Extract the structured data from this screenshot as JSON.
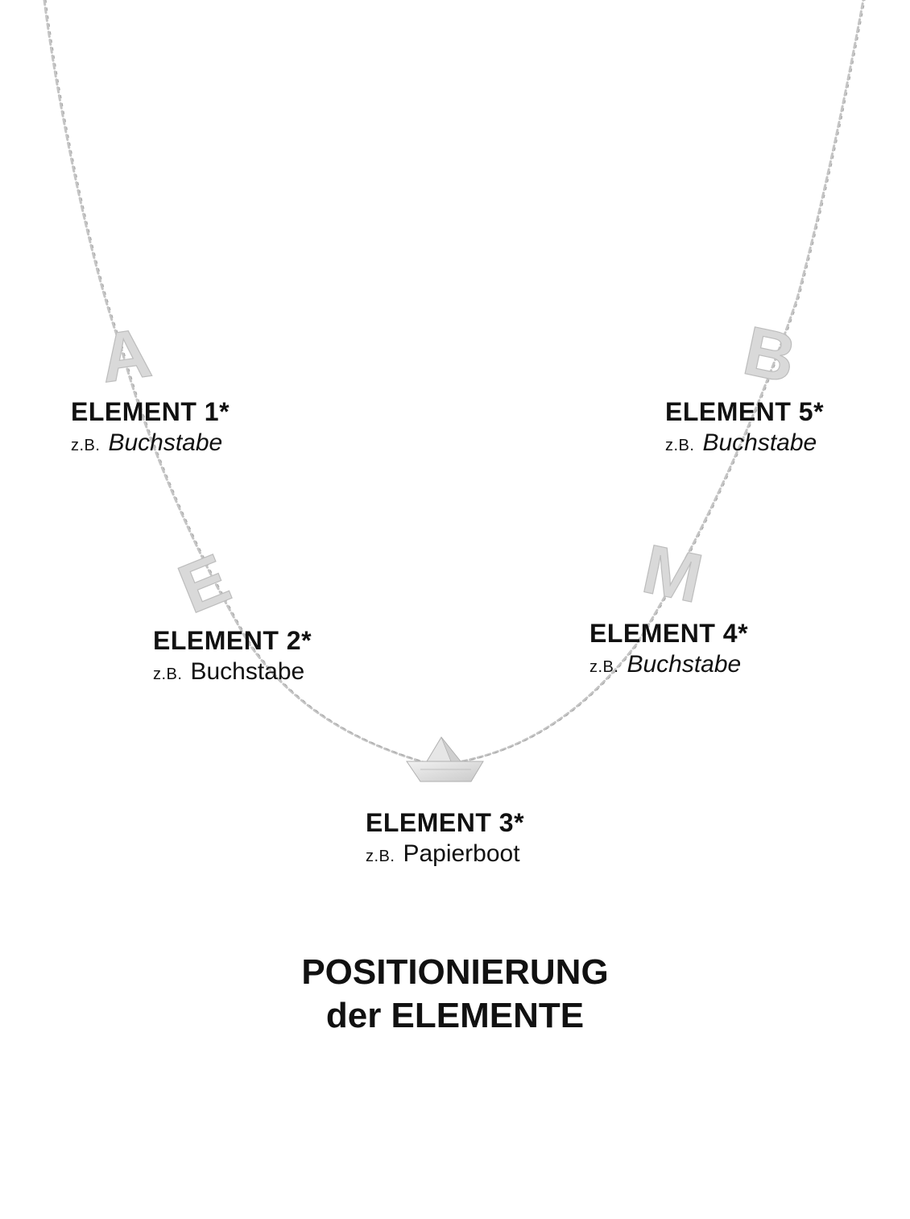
{
  "charms": [
    "A",
    "E",
    "M",
    "B"
  ],
  "elements": [
    {
      "title": "ELEMENT 1*",
      "eg": "z.B.",
      "text": "Buchstabe",
      "italic": true
    },
    {
      "title": "ELEMENT 2*",
      "eg": "z.B.",
      "text": "Buchstabe",
      "italic": false
    },
    {
      "title": "ELEMENT 3*",
      "eg": "z.B.",
      "text": "Papierboot",
      "italic": false
    },
    {
      "title": "ELEMENT 4*",
      "eg": "z.B.",
      "text": "Buchstabe",
      "italic": true
    },
    {
      "title": "ELEMENT 5*",
      "eg": "z.B.",
      "text": "Buchstabe",
      "italic": true
    }
  ],
  "heading": {
    "line1": "POSITIONIERUNG",
    "line2": "der ELEMENTE"
  },
  "colors": {
    "chain": "#b8b8b8",
    "charm_fill": "#d9d9d9",
    "text": "#111111"
  }
}
